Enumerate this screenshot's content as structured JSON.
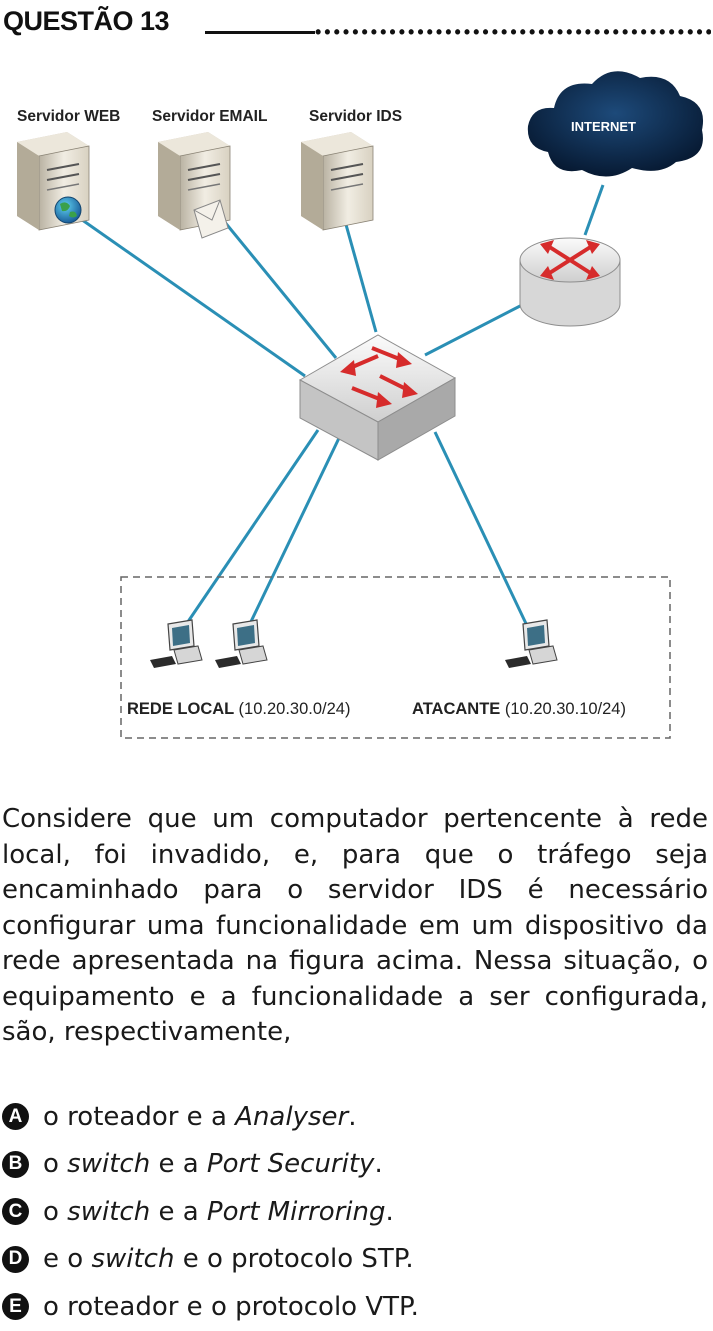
{
  "header": {
    "title": "QUESTÃO 13"
  },
  "diagram": {
    "server_web": "Servidor WEB",
    "server_email": "Servidor EMAIL",
    "server_ids": "Servidor IDS",
    "internet": "INTERNET",
    "rede_local_bold": "REDE LOCAL",
    "rede_local_net": "(10.20.30.0/24)",
    "atacante_bold": "ATACANTE",
    "atacante_net": "(10.20.30.10/24)",
    "colors": {
      "link": "#2a8fb5",
      "arrow": "#d62b2b",
      "cloud": "#0e2a4e"
    },
    "icons": [
      "server-icon",
      "globe-icon",
      "envelope-icon",
      "cloud-icon",
      "router-icon",
      "switch-icon",
      "computer-icon"
    ]
  },
  "question": {
    "text": "Considere que um computador pertencente à rede local, foi invadido, e, para que o tráfego seja encaminhado para o servidor IDS é necessário configurar uma funcionalidade em um dispositivo da rede apresentada na figura acima. Nessa situação, o equipamento e a funcionalidade a ser configurada, são, respectivamente,"
  },
  "options": [
    {
      "letter": "A",
      "pre": "o roteador e a ",
      "em1": "Analyser",
      "mid": "",
      "em2": "",
      "post": "."
    },
    {
      "letter": "B",
      "pre": "o ",
      "em1": "switch",
      "mid": " e a ",
      "em2": "Port Security",
      "post": "."
    },
    {
      "letter": "C",
      "pre": "o ",
      "em1": "switch",
      "mid": " e a ",
      "em2": "Port Mirroring",
      "post": "."
    },
    {
      "letter": "D",
      "pre": "e o ",
      "em1": "switch",
      "mid": " e o protocolo STP.",
      "em2": "",
      "post": ""
    },
    {
      "letter": "E",
      "pre": "o roteador e o protocolo VTP.",
      "em1": "",
      "mid": "",
      "em2": "",
      "post": ""
    }
  ]
}
